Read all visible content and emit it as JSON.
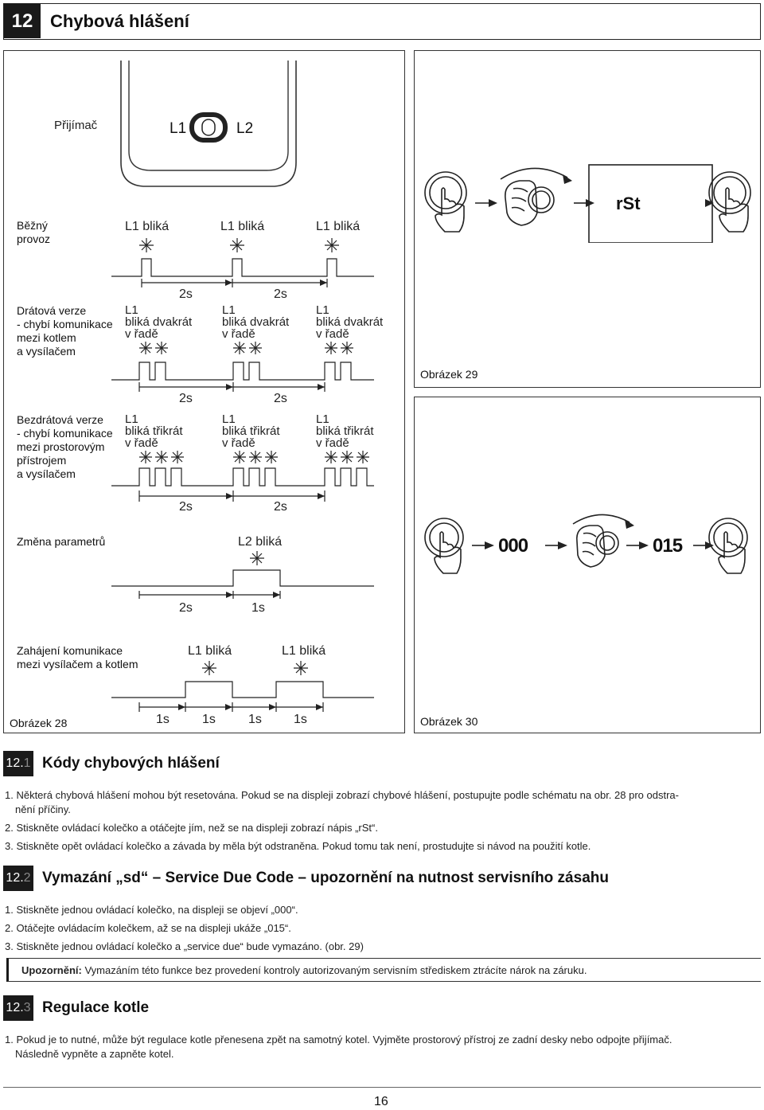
{
  "header": {
    "number": "12",
    "title": "Chybová hlášení"
  },
  "fig28": {
    "receiver_label": "Přijímač",
    "led_l1": "L1",
    "led_l2": "L2",
    "row_normal": {
      "label_line1": "Běžný",
      "label_line2": "provoz",
      "status": "L1 bliká",
      "interval": "2s"
    },
    "row_wired": {
      "label": [
        "Drátová verze",
        "- chybí komunikace",
        "mezi kotlem",
        "a vysílačem"
      ],
      "status": [
        "L1",
        "bliká dvakrát",
        "v řadě"
      ],
      "interval": "2s"
    },
    "row_wireless": {
      "label": [
        "Bezdrátová verze",
        "- chybí komunikace",
        "mezi prostorovým",
        "přístrojem",
        "a vysílačem"
      ],
      "status": [
        "L1",
        "bliká třikrát",
        "v řadě"
      ],
      "interval": "2s"
    },
    "row_param": {
      "label": "Změna parametrů",
      "status": "L2 bliká",
      "interval_1": "2s",
      "interval_2": "1s"
    },
    "row_comm": {
      "label_line1": "Zahájení komunikace",
      "label_line2": "mezi vysílačem a kotlem",
      "status": "L1 bliká",
      "interval": "1s"
    },
    "caption": "Obrázek 28"
  },
  "fig29": {
    "display_text": "rSt",
    "caption": "Obrázek 29"
  },
  "fig30": {
    "value_start": "000",
    "value_end": "015",
    "caption": "Obrázek 30"
  },
  "s121": {
    "number_main": "12.",
    "number_sub": "1",
    "title": "Kódy chybových hlášení",
    "p1a": "1. Některá chybová hlášení mohou být resetována. Pokud se na displeji zobrazí chybové hlášení, postupujte podle schématu na obr. 28 pro odstra-",
    "p1b": "nění příčiny.",
    "p2": "2. Stiskněte ovládací kolečko a otáčejte jím, než se na displeji zobrazí nápis „rSt“.",
    "p3": "3. Stiskněte opět ovládací kolečko a závada by měla být odstraněna. Pokud tomu tak není, prostudujte si návod na použití kotle."
  },
  "s122": {
    "number_main": "12.",
    "number_sub": "2",
    "title": "Vymazání „sd“ – Service Due Code – upozornění na nutnost servisního zásahu",
    "p1": "1. Stiskněte jednou ovládací kolečko, na displeji se objeví „000“.",
    "p2": "2. Otáčejte ovládacím kolečkem, až se na displeji ukáže „015“.",
    "p3": "3. Stiskněte jednou ovládací kolečko a „service due“ bude vymazáno. (obr. 29)",
    "warning_label": "Upozornění:",
    "warning_text": " Vymazáním této funkce bez provedení kontroly autorizovaným servisním střediskem ztrácíte nárok na záruku."
  },
  "s123": {
    "number_main": "12.",
    "number_sub": "3",
    "title": "Regulace kotle",
    "p1a": "1. Pokud je to nutné, může být regulace kotle přenesena zpět na samotný kotel. Vyjměte prostorový přístroj ze zadní desky nebo odpojte přijímač.",
    "p1b": "Následně vypněte a zapněte kotel."
  },
  "footer": {
    "page_number": "16"
  }
}
